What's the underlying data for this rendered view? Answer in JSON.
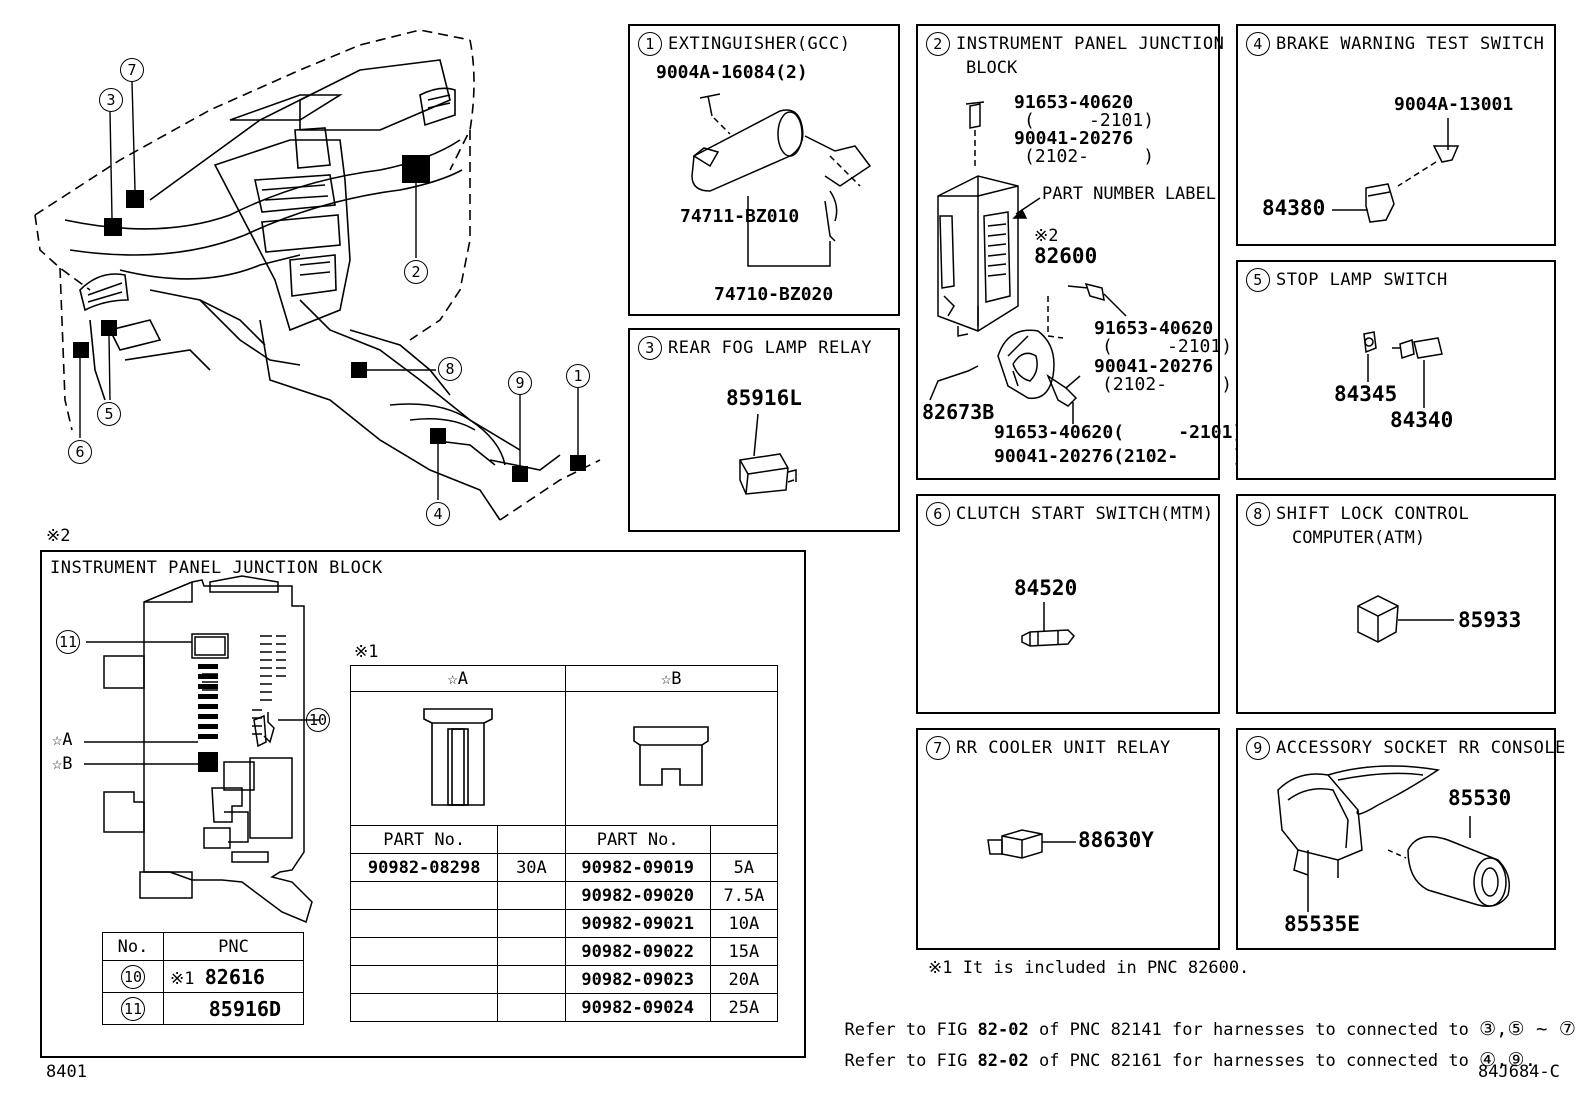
{
  "panels": {
    "p1": {
      "num": "1",
      "title": "EXTINGUISHER(GCC)",
      "parts": [
        "9004A-16084(2)",
        "74711-BZ010",
        "74710-BZ020"
      ]
    },
    "p2": {
      "num": "2",
      "title_l1": "INSTRUMENT PANEL JUNCTION",
      "title_l2": "BLOCK",
      "parts": [
        "91653-40620",
        "(     -2101)",
        "90041-20276",
        "(2102-     )",
        "PART NUMBER LABEL",
        "※2",
        "82600",
        "91653-40620",
        "(     -2101)",
        "90041-20276",
        "(2102-     )",
        "82673B",
        "91653-40620(     -2101)",
        "90041-20276(2102-     )"
      ]
    },
    "p3": {
      "num": "3",
      "title": "REAR FOG LAMP RELAY",
      "parts": [
        "85916L"
      ]
    },
    "p4": {
      "num": "4",
      "title": "BRAKE WARNING TEST SWITCH",
      "parts": [
        "9004A-13001",
        "84380"
      ]
    },
    "p5": {
      "num": "5",
      "title": "STOP LAMP SWITCH",
      "parts": [
        "84345",
        "84340"
      ]
    },
    "p6": {
      "num": "6",
      "title": "CLUTCH START SWITCH(MTM)",
      "parts": [
        "84520"
      ]
    },
    "p7": {
      "num": "7",
      "title": "RR COOLER UNIT RELAY",
      "parts": [
        "88630Y"
      ]
    },
    "p8": {
      "num": "8",
      "title_l1": "SHIFT LOCK CONTROL",
      "title_l2": "COMPUTER(ATM)",
      "parts": [
        "85933"
      ]
    },
    "p9": {
      "num": "9",
      "title": "ACCESSORY SOCKET RR CONSOLE",
      "parts": [
        "85530",
        "85535E"
      ]
    }
  },
  "dash_callouts": [
    "7",
    "3",
    "2",
    "8",
    "5",
    "6",
    "9",
    "1",
    "4"
  ],
  "jb": {
    "mark": "※2",
    "title": "INSTRUMENT PANEL JUNCTION BLOCK",
    "callouts": [
      "11",
      "10"
    ],
    "stars": [
      "☆A",
      "☆B"
    ],
    "pnc_table": {
      "headers": [
        "No.",
        "PNC"
      ],
      "rows": [
        {
          "no": "10",
          "mark": "※1",
          "pnc": "82616"
        },
        {
          "no": "11",
          "mark": "",
          "pnc": "85916D"
        }
      ]
    },
    "fuse_mark": "※1",
    "fuse_headers": [
      "☆A",
      "☆B"
    ],
    "partno_label": "PART No.",
    "fuse_a": [
      {
        "part": "90982-08298",
        "amp": "30A"
      }
    ],
    "fuse_b": [
      {
        "part": "90982-09019",
        "amp": "5A"
      },
      {
        "part": "90982-09020",
        "amp": "7.5A"
      },
      {
        "part": "90982-09021",
        "amp": "10A"
      },
      {
        "part": "90982-09022",
        "amp": "15A"
      },
      {
        "part": "90982-09023",
        "amp": "20A"
      },
      {
        "part": "90982-09024",
        "amp": "25A"
      }
    ]
  },
  "notes": {
    "note1": "※1 It is included in PNC 82600.",
    "ref1_a": "Refer to FIG ",
    "ref1_fig": "82-02",
    "ref1_b": " of PNC 82141 for harnesses to connected to ",
    "ref1_c": "③,⑤ ~ ⑦",
    "ref2_a": "Refer to FIG ",
    "ref2_fig": "82-02",
    "ref2_b": " of PNC 82161 for harnesses to connected to ",
    "ref2_c": "④,⑨."
  },
  "footer": {
    "left": "8401",
    "right": "84J684-C"
  }
}
